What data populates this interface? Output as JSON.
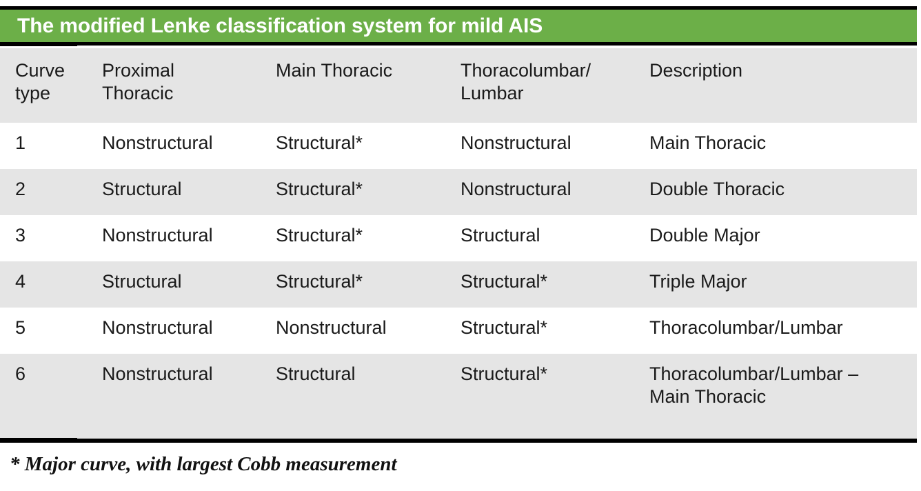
{
  "figure": {
    "kind": "classification-table",
    "title": "The modified Lenke classification system for mild AIS",
    "footnote": "* Major curve, with largest Cobb measurement"
  },
  "colors": {
    "title_bar": "#6CAF48",
    "title_text": "#FFFFFF",
    "row_shaded": "#E5E5E5",
    "row_plain": "#FFFFFF",
    "rule": "#000000",
    "body_text": "#1A1A1A"
  },
  "table": {
    "columns": [
      {
        "key": "curve_type",
        "label": "Curve\ntype"
      },
      {
        "key": "proximal_thoracic",
        "label": "Proximal\nThoracic"
      },
      {
        "key": "main_thoracic",
        "label": "Main Thoracic"
      },
      {
        "key": "thoracolumbar_lumbar",
        "label": "Thoracolumbar/\nLumbar"
      },
      {
        "key": "description",
        "label": "Description"
      }
    ],
    "rows": [
      {
        "curve_type": "1",
        "proximal_thoracic": "Nonstructural",
        "main_thoracic": "Structural*",
        "thoracolumbar_lumbar": "Nonstructural",
        "description": "Main Thoracic"
      },
      {
        "curve_type": "2",
        "proximal_thoracic": "Structural",
        "main_thoracic": "Structural*",
        "thoracolumbar_lumbar": "Nonstructural",
        "description": "Double Thoracic"
      },
      {
        "curve_type": "3",
        "proximal_thoracic": "Nonstructural",
        "main_thoracic": "Structural*",
        "thoracolumbar_lumbar": "Structural",
        "description": "Double Major"
      },
      {
        "curve_type": "4",
        "proximal_thoracic": "Structural",
        "main_thoracic": "Structural*",
        "thoracolumbar_lumbar": "Structural*",
        "description": "Triple Major"
      },
      {
        "curve_type": "5",
        "proximal_thoracic": "Nonstructural",
        "main_thoracic": "Nonstructural",
        "thoracolumbar_lumbar": "Structural*",
        "description": "Thoracolumbar/Lumbar"
      },
      {
        "curve_type": "6",
        "proximal_thoracic": "Nonstructural",
        "main_thoracic": "Structural",
        "thoracolumbar_lumbar": "Structural*",
        "description": "Thoracolumbar/Lumbar –\nMain Thoracic"
      }
    ]
  }
}
